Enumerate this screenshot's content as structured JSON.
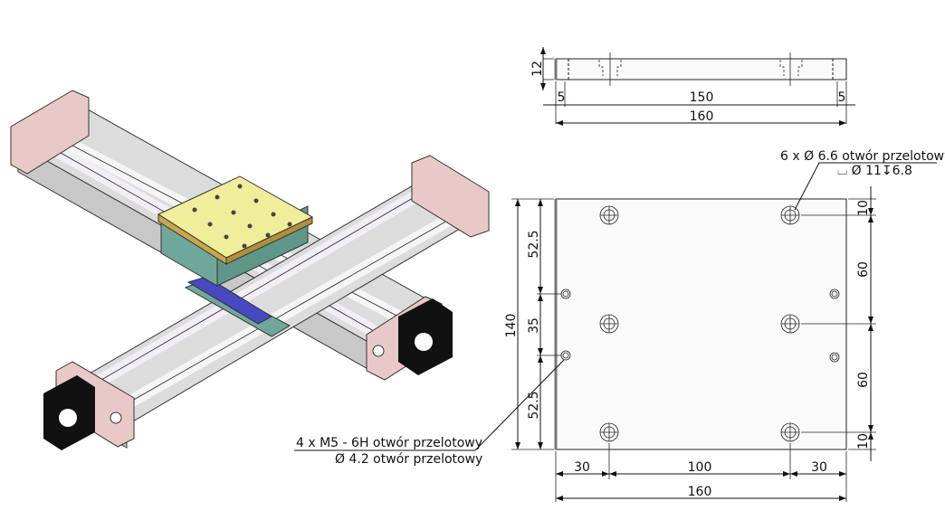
{
  "side_view": {
    "dims": {
      "thickness": "12",
      "left_margin": "5",
      "hole_span": "150",
      "right_margin": "5",
      "total_length": "160"
    }
  },
  "plan_view": {
    "callout_counterbore": {
      "line1": "6 x Ø 6.6 otwór przelotowy",
      "line2": "⌴ Ø 11↧6.8"
    },
    "callout_thread": {
      "line1": "4 x M5 - 6H otwór przelotowy",
      "line2": "Ø 4.2 otwór przelotowy"
    },
    "left_dims": {
      "top": "52.5",
      "middle": "35",
      "bottom": "52.5",
      "total": "140"
    },
    "right_dims": {
      "top": "10",
      "upper": "60",
      "lower": "60",
      "bottom": "10"
    },
    "bottom_dims": {
      "left": "30",
      "middle": "100",
      "right": "30",
      "total": "160"
    }
  },
  "colors": {
    "plate": "#f0ee9a",
    "end_plate": "#e9c8c8",
    "carriage": "#6fa89a",
    "motor": "#111111",
    "rail": "#e8e4ee"
  }
}
